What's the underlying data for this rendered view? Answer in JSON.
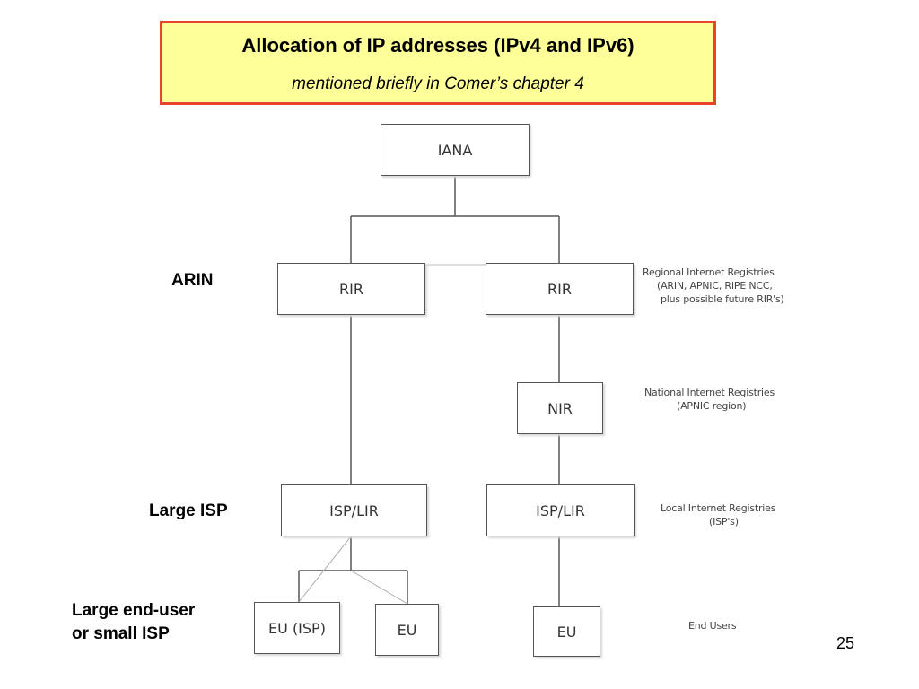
{
  "title": {
    "main": "Allocation of IP addresses (IPv4 and IPv6)",
    "subtitle": "mentioned briefly in Comer’s chapter 4"
  },
  "nodes": {
    "iana": "IANA",
    "rir_left": "RIR",
    "rir_right": "RIR",
    "nir": "NIR",
    "isp_lir_left": "ISP/LIR",
    "isp_lir_right": "ISP/LIR",
    "eu_isp": "EU (ISP)",
    "eu_left": "EU",
    "eu_right": "EU"
  },
  "side_labels": {
    "arin": "ARIN",
    "large_isp": "Large ISP",
    "large_end_user_line1": "Large end-user",
    "large_end_user_line2": "or small ISP"
  },
  "notes": {
    "rir_line1": "Regional Internet Registries",
    "rir_line2": "(ARIN, APNIC, RIPE NCC,",
    "rir_line3": "plus possible future RIR's)",
    "nir_line1": "National Internet Registries",
    "nir_line2": "(APNIC region)",
    "lir_line1": "Local Internet Registries",
    "lir_line2": "(ISP's)",
    "end_users": "End Users"
  },
  "page_number": "25",
  "colors": {
    "title_background": "#ffff99",
    "title_border": "#e8442a",
    "line": "#555555"
  }
}
